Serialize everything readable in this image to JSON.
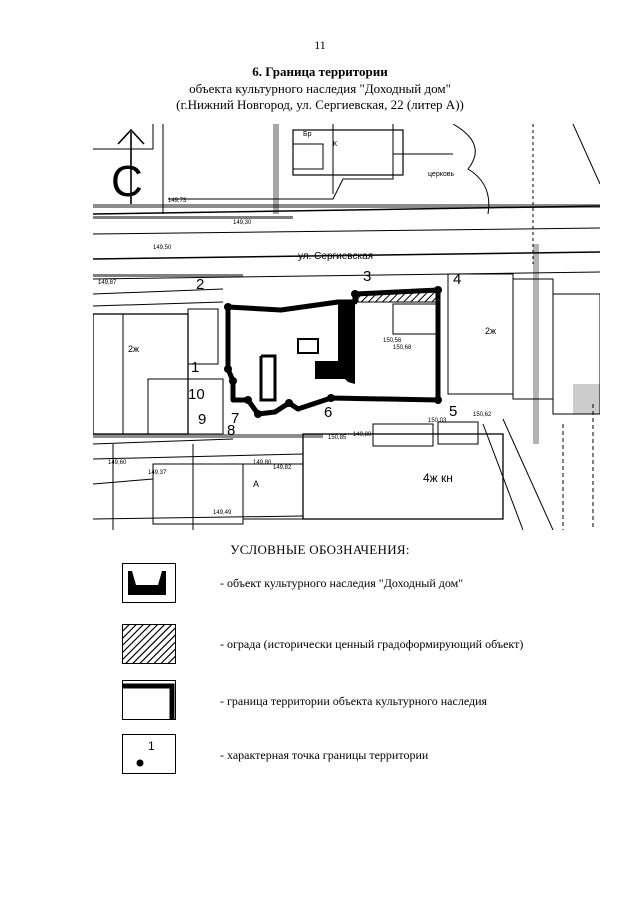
{
  "page_number": "11",
  "title": "6. Граница территории",
  "subtitle_line1": "объекта культурного наследия \"Доходный дом\"",
  "subtitle_line2": "(г.Нижний Новгород, ул. Сергиевская, 22 (литер А))",
  "map": {
    "north_letter": "С",
    "street_label": "ул. Сергиевская",
    "church_label": "церковь",
    "building_labels": [
      "2ж",
      "4ж кн",
      "2ж",
      "А",
      "Бр",
      "К"
    ],
    "elevation_labels": [
      "149,73",
      "149,30",
      "149,50",
      "149,87",
      "150,68",
      "150,85",
      "150,03",
      "149,80",
      "149,49",
      "149,60",
      "149,37",
      "149,82",
      "150,62",
      "150,56",
      "149,80"
    ],
    "boundary_points": [
      "1",
      "2",
      "3",
      "4",
      "5",
      "6",
      "7",
      "8",
      "9",
      "10"
    ]
  },
  "legend": {
    "title": "УСЛОВНЫЕ ОБОЗНАЧЕНИЯ:",
    "items": [
      {
        "text": "- объект культурного наследия \"Доходный дом\""
      },
      {
        "text": "- ограда (исторически ценный градоформирующий объект)"
      },
      {
        "text": "- граница территории объекта культурного наследия"
      },
      {
        "text": "- характерная точка границы территории",
        "sample_label": "1"
      }
    ]
  }
}
